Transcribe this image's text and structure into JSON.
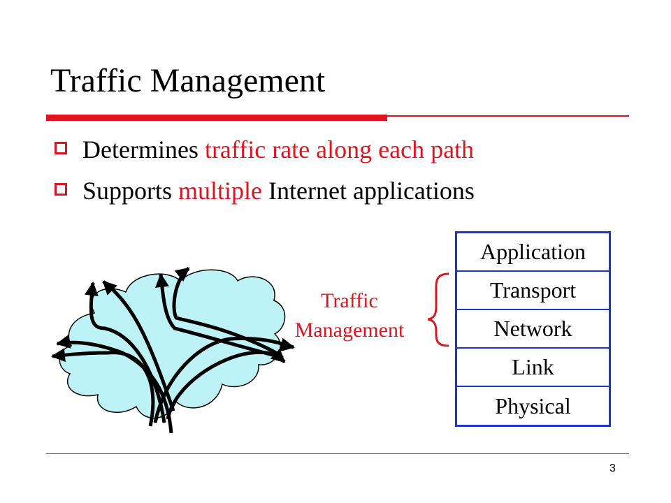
{
  "slide": {
    "title": "Traffic Management",
    "bullets": [
      {
        "before": "Determines ",
        "highlight": "traffic rate along each path",
        "after": ""
      },
      {
        "before": "Supports ",
        "highlight": "multiple",
        "after": " Internet applications"
      }
    ],
    "diagram_label": {
      "line1": "Traffic",
      "line2": "Management"
    },
    "protocol_stack": [
      "Application",
      "Transport",
      "Network",
      "Link",
      "Physical"
    ],
    "page_number": "3"
  },
  "colors": {
    "accent": "#e0141e",
    "stack_border": "#1f35c9",
    "cloud_fill": "#bdf2f7"
  }
}
